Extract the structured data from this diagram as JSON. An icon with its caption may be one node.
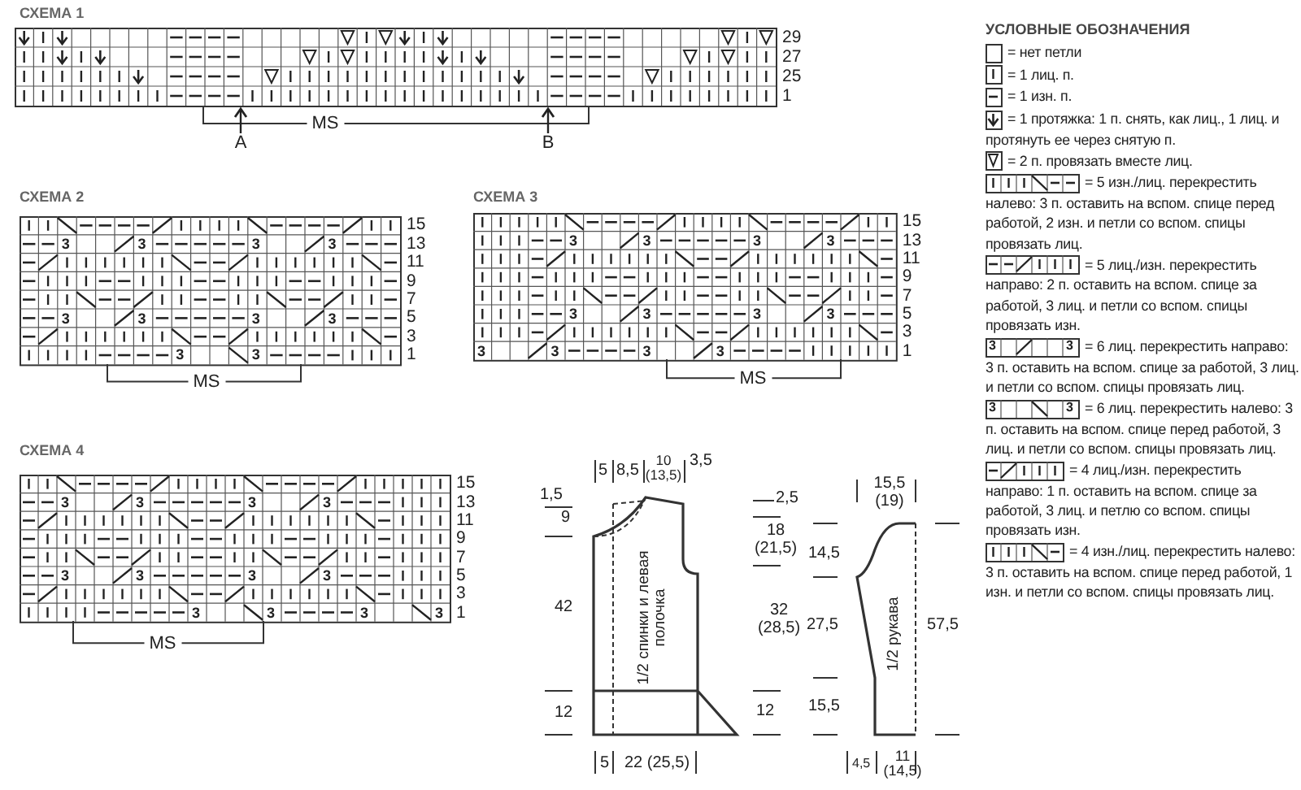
{
  "diagram": {
    "nodes": [
      {
        "text": [
          "1/2 спинки и левая полочка"
        ]
      },
      {
        "text": [
          "1/2 рукава"
        ]
      }
    ],
    "labels": [
      "СХЕМА 1",
      "29",
      "27",
      "25",
      "1",
      "MS",
      "A",
      "B",
      "СХЕМА 2",
      "15",
      "13",
      "11",
      "9",
      "7",
      "5",
      "3",
      "1",
      "3",
      "3",
      "3",
      "3",
      "3",
      "3",
      "3",
      "3",
      "3",
      "3",
      "MS",
      "СХЕМА 3",
      "15",
      "13",
      "11",
      "9",
      "7",
      "5",
      "3",
      "1",
      "3",
      "3",
      "3",
      "3",
      "3",
      "3",
      "3",
      "3",
      "3",
      "3",
      "3",
      "3",
      "MS",
      "СХЕМА 4",
      "15",
      "13",
      "11",
      "9",
      "7",
      "5",
      "3",
      "1",
      "3",
      "3",
      "3",
      "3",
      "3",
      "3",
      "3",
      "3",
      "3",
      "3",
      "3",
      "3",
      "MS",
      "УСЛОВНЫЕ ОБОЗНАЧЕНИЯ",
      "3",
      "3",
      "3",
      "3",
      "5",
      "8,5",
      "10 (13,5)",
      "3,5",
      "1,5",
      "9",
      "42",
      "12",
      "2,5",
      "18 (21,5)",
      "32 (28,5)",
      "12",
      "5",
      "22 (25,5)",
      "15,5 (19)",
      "14,5",
      "27,5",
      "15,5",
      "57,5",
      "4,5",
      "11 (14,5)"
    ],
    "legend": [
      {
        "text": "= нет петли"
      },
      {
        "text": "= 1 лиц. п."
      },
      {
        "text": "= 1 изн. п."
      },
      {
        "text": "= 1 протяжка: 1 п. снять, как лиц., 1 лиц. и протянуть ее через снятую п."
      },
      {
        "text": "= 2 п. провязать вместе лиц."
      },
      {
        "text": "= 5 изн./лиц. перекрестить налево: 3 п. оставить на вспом. спице перед работой, 2 изн. и петли со вспом. спицы провязать лиц."
      },
      {
        "text": "= 5 лиц./изн. перекрестить направо: 2 п. оставить на вспом. спице за работой, 3 лиц. и петли со вспом. спицы провязать изн."
      },
      {
        "text": "= 6 лиц. перекрестить направо: 3 п. оставить на вспом. спице за работой, 3 лиц. и петли со вспом. спицы провязать лиц."
      },
      {
        "text": "= 6 лиц. перекрестить налево: 3 п. оставить на вспом. спице перед работой, 3 лиц. и петли со вспом. спицы провязать лиц."
      },
      {
        "text": "= 4 лиц./изн. перекрестить направо: 1 п. оставить на вспом. спице за работой, 3 лиц. и петлю со вспом. спицы провязать изн."
      },
      {
        "text": "= 4 изн./лиц. перекрестить налево: 3 п. оставить на вспом. спице перед работой, 1 изн. и петли со вспом. спицы провязать лиц."
      }
    ]
  }
}
